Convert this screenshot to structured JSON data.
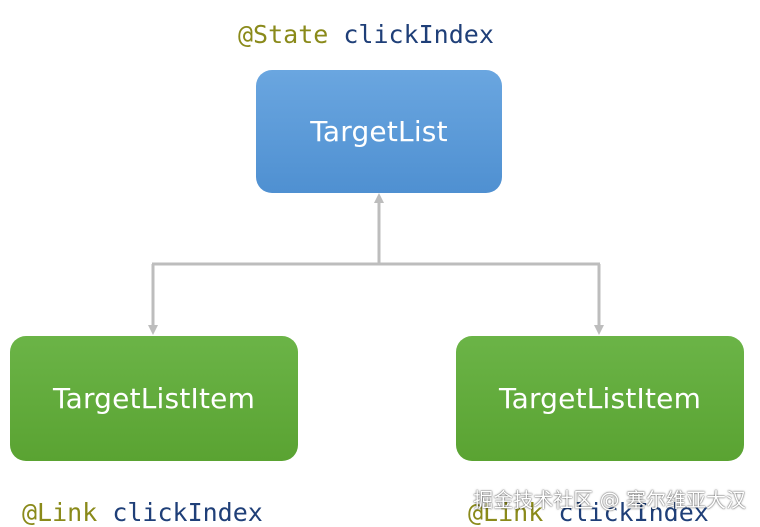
{
  "top_label": {
    "decorator": "@State",
    "identifier": "clickIndex"
  },
  "parent_node": {
    "label": "TargetList"
  },
  "child_nodes": [
    {
      "label": "TargetListItem"
    },
    {
      "label": "TargetListItem"
    }
  ],
  "child_labels": [
    {
      "decorator": "@Link",
      "identifier": "clickIndex"
    },
    {
      "decorator": "@Link",
      "identifier": "clickIndex"
    }
  ],
  "watermark": "掘金技术社区 @ 塞尔维亚大汉",
  "colors": {
    "parent_fill": "#5b9bd9",
    "child_fill": "#63ab3d",
    "connector": "#bdbdbd",
    "decorator_text": "#8a8a1a",
    "identifier_text": "#1f3f78"
  }
}
